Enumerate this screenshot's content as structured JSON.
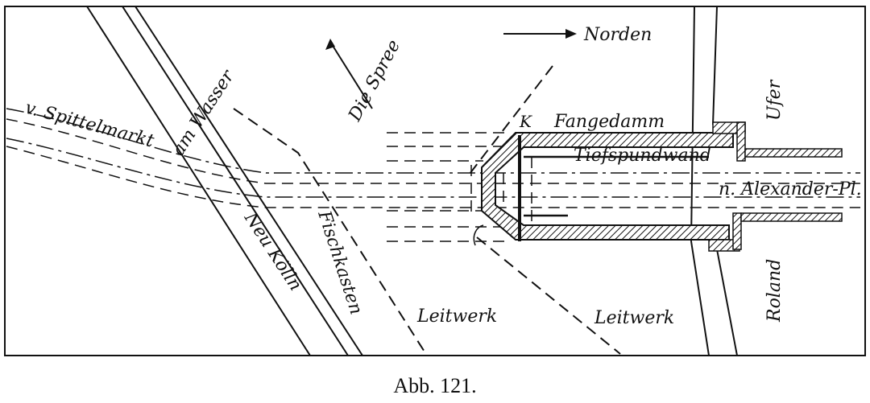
{
  "labels": {
    "north": "Norden",
    "spree": "Die Spree",
    "spittelmarkt": "v. Spittelmarkt",
    "am_wasser": "am Wasser",
    "neu_koelln": "Neu Kölln",
    "fischkasten": "Fischkasten",
    "leitwerk_1": "Leitwerk",
    "leitwerk_2": "Leitwerk",
    "k": "K",
    "fangedamm": "Fangedamm",
    "tiefspundwand": "Tiefspundwand",
    "alexander": "n. Alexander-Pl.",
    "ufer": "Ufer",
    "roland": "Roland"
  },
  "caption": "Abb. 121."
}
